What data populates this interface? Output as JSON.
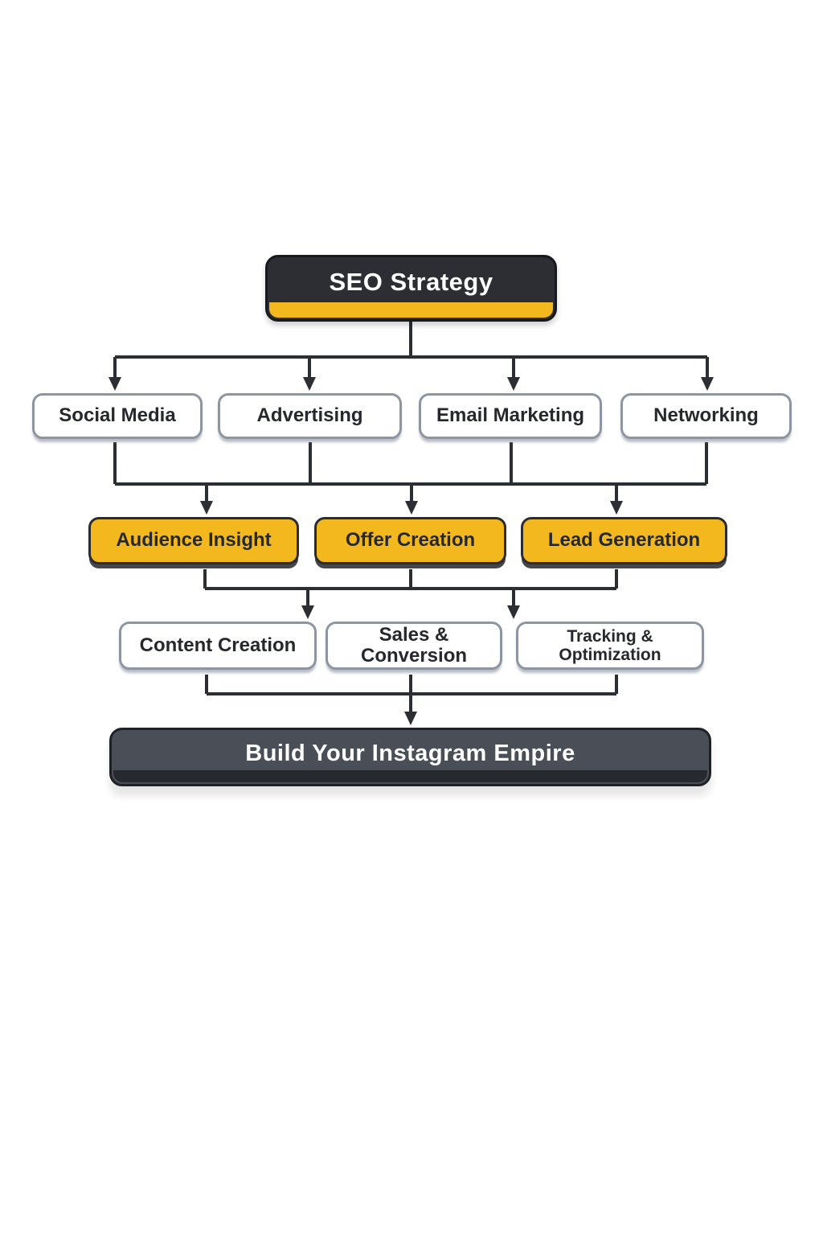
{
  "flowchart": {
    "title": {
      "label": "SEO Strategy"
    },
    "channels": [
      {
        "label": "Social Media"
      },
      {
        "label": "Advertising"
      },
      {
        "label": "Email Marketing"
      },
      {
        "label": "Networking"
      }
    ],
    "strategies": [
      {
        "label": "Audience Insight"
      },
      {
        "label": "Offer Creation"
      },
      {
        "label": "Lead Generation"
      }
    ],
    "execution": [
      {
        "label": "Content Creation"
      },
      {
        "label": "Sales & Conversion"
      },
      {
        "label": "Tracking & Optimization"
      }
    ],
    "goal": {
      "label": "Build Your Instagram Empire"
    },
    "colors": {
      "accent_yellow": "#F2B81E",
      "line_dark": "#2B2E33",
      "node_dark": "#2C2E33",
      "footer_slate": "#4A4F57",
      "white_box_border": "#8D95A2",
      "text_dark": "#26282E",
      "text_light": "#FFFFFF"
    }
  }
}
